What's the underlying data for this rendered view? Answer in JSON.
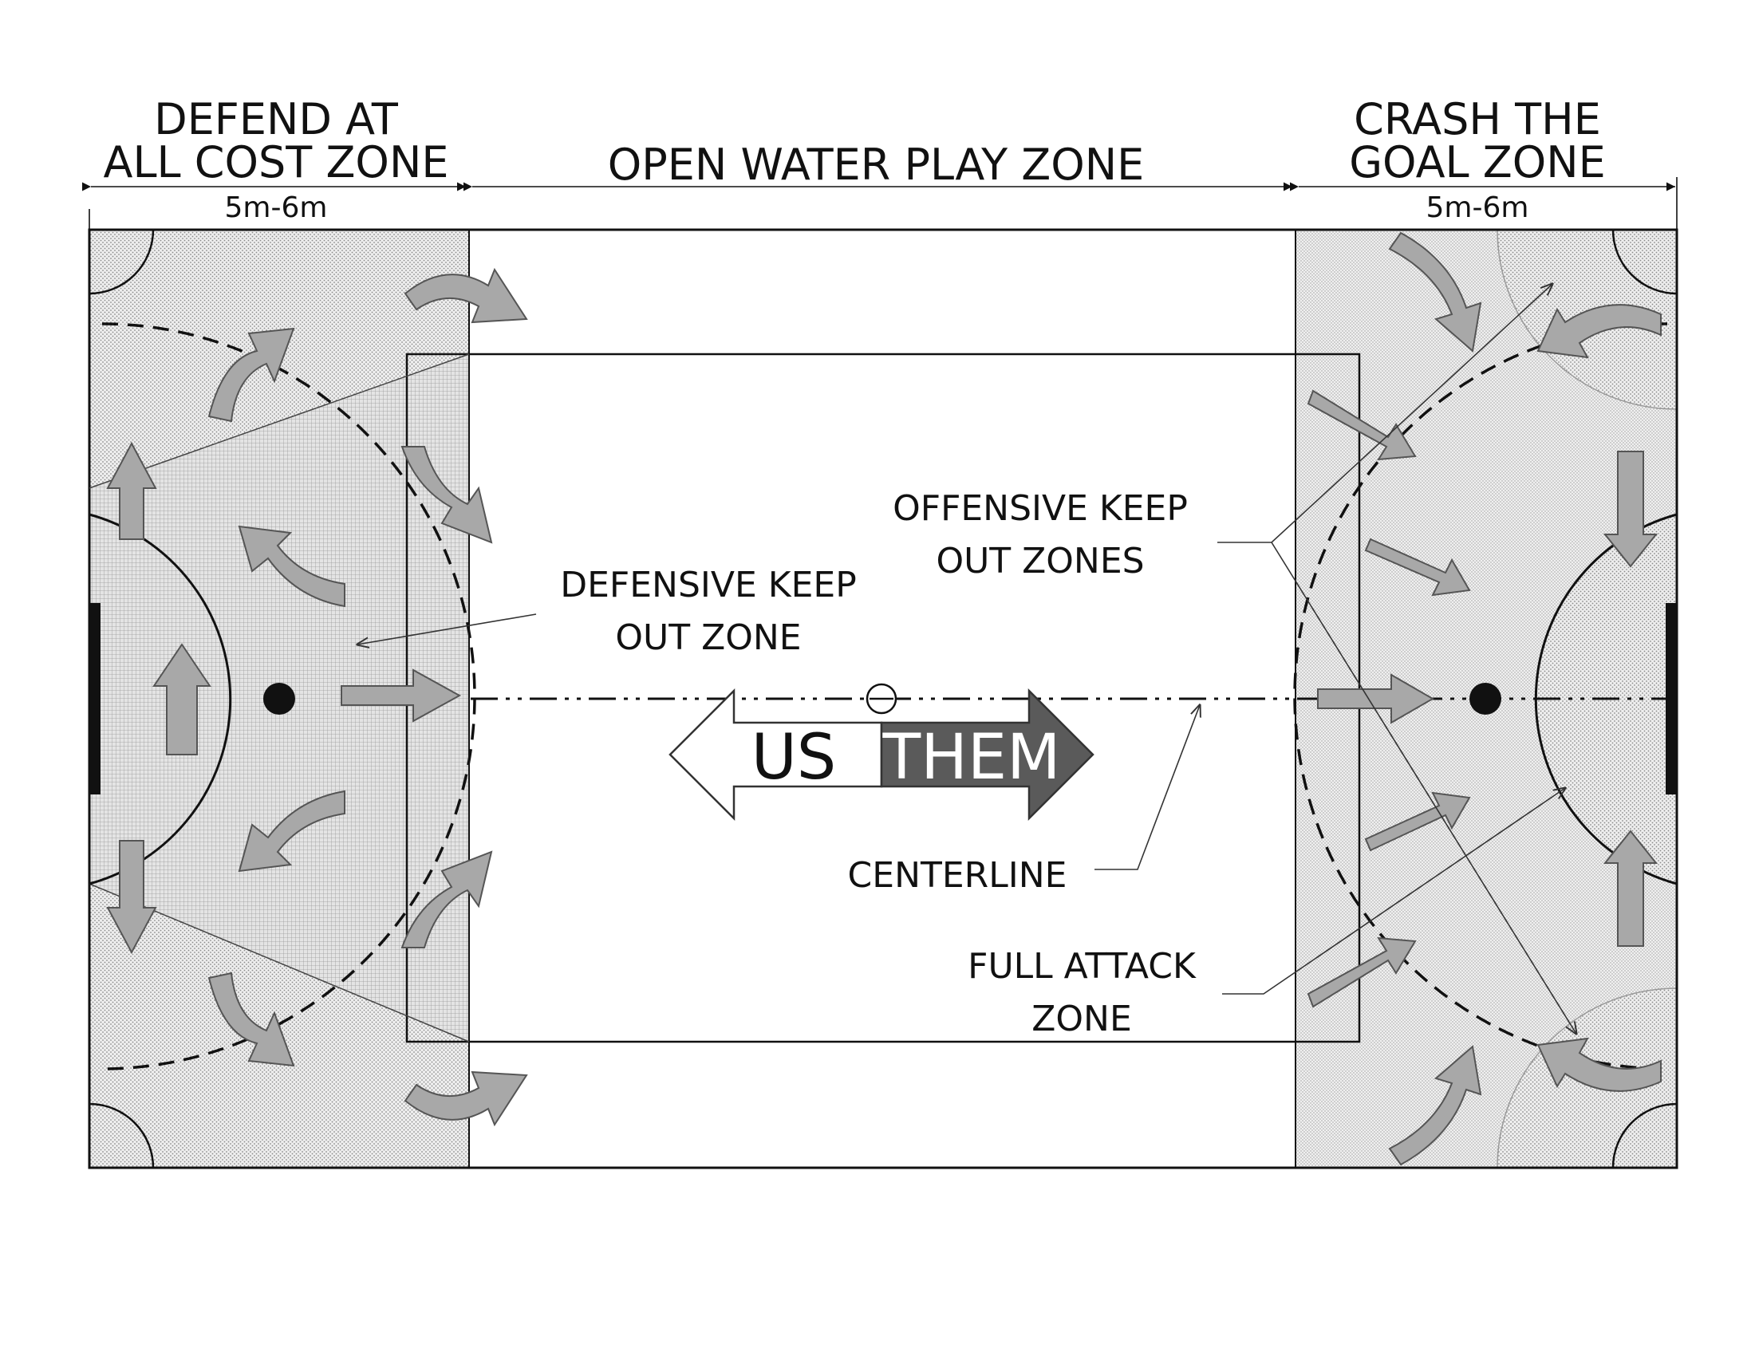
{
  "zones": {
    "left": {
      "title_line1": "DEFEND AT",
      "title_line2": "ALL COST ZONE",
      "width": "5m-6m"
    },
    "middle": {
      "title": "OPEN WATER PLAY ZONE"
    },
    "right": {
      "title_line1": "CRASH THE",
      "title_line2": "GOAL ZONE",
      "width": "5m-6m"
    }
  },
  "labels": {
    "defensive_keep_out_line1": "DEFENSIVE KEEP",
    "defensive_keep_out_line2": "OUT ZONE",
    "offensive_keep_out_line1": "OFFENSIVE KEEP",
    "offensive_keep_out_line2": "OUT ZONES",
    "centerline": "CENTERLINE",
    "full_attack_line1": "FULL ATTACK",
    "full_attack_line2": "ZONE"
  },
  "direction": {
    "us": "US",
    "them": "THEM"
  },
  "colors": {
    "arrow_fill": "#a8a8a8",
    "arrow_stroke": "#555555",
    "them_fill": "#5a5a5a",
    "zone_shade": "#d4d4d4",
    "line": "#111111"
  }
}
